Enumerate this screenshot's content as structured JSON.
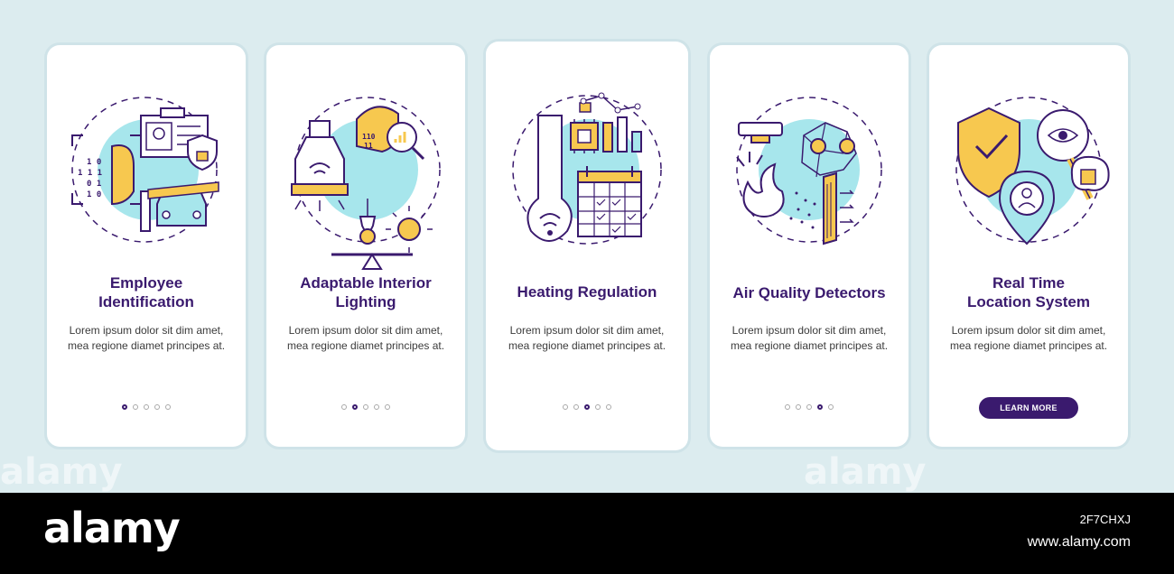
{
  "colors": {
    "accent": "#3a1a6e",
    "highlight": "#a7e6ec",
    "warn": "#f7c84f",
    "background": "#dcecef"
  },
  "cards": [
    {
      "title": "Employee\nIdentification",
      "body": "Lorem ipsum dolor sit dim amet, mea regione diamet principes at.",
      "icon": "employee-id-icon",
      "page": 1
    },
    {
      "title": "Adaptable Interior\nLighting",
      "body": "Lorem ipsum dolor sit dim amet, mea regione diamet principes at.",
      "icon": "interior-lighting-icon",
      "page": 2
    },
    {
      "title": "Heating Regulation",
      "body": "Lorem ipsum dolor sit dim amet, mea regione diamet principes at.",
      "icon": "heating-regulation-icon",
      "page": 3
    },
    {
      "title": "Air Quality Detectors",
      "body": "Lorem ipsum dolor sit dim amet, mea regione diamet principes at.",
      "icon": "air-quality-icon",
      "page": 4
    },
    {
      "title": "Real Time\nLocation System",
      "body": "Lorem ipsum dolor sit dim amet, mea regione diamet principes at.",
      "icon": "location-system-icon",
      "button_label": "LEARN MORE"
    }
  ],
  "binary_text": [
    "1 0",
    "1 1 1",
    "0 1",
    "1 0"
  ],
  "watermark": {
    "brand": "alamy",
    "image_id": "2F7CHXJ",
    "url": "www.alamy.com"
  }
}
